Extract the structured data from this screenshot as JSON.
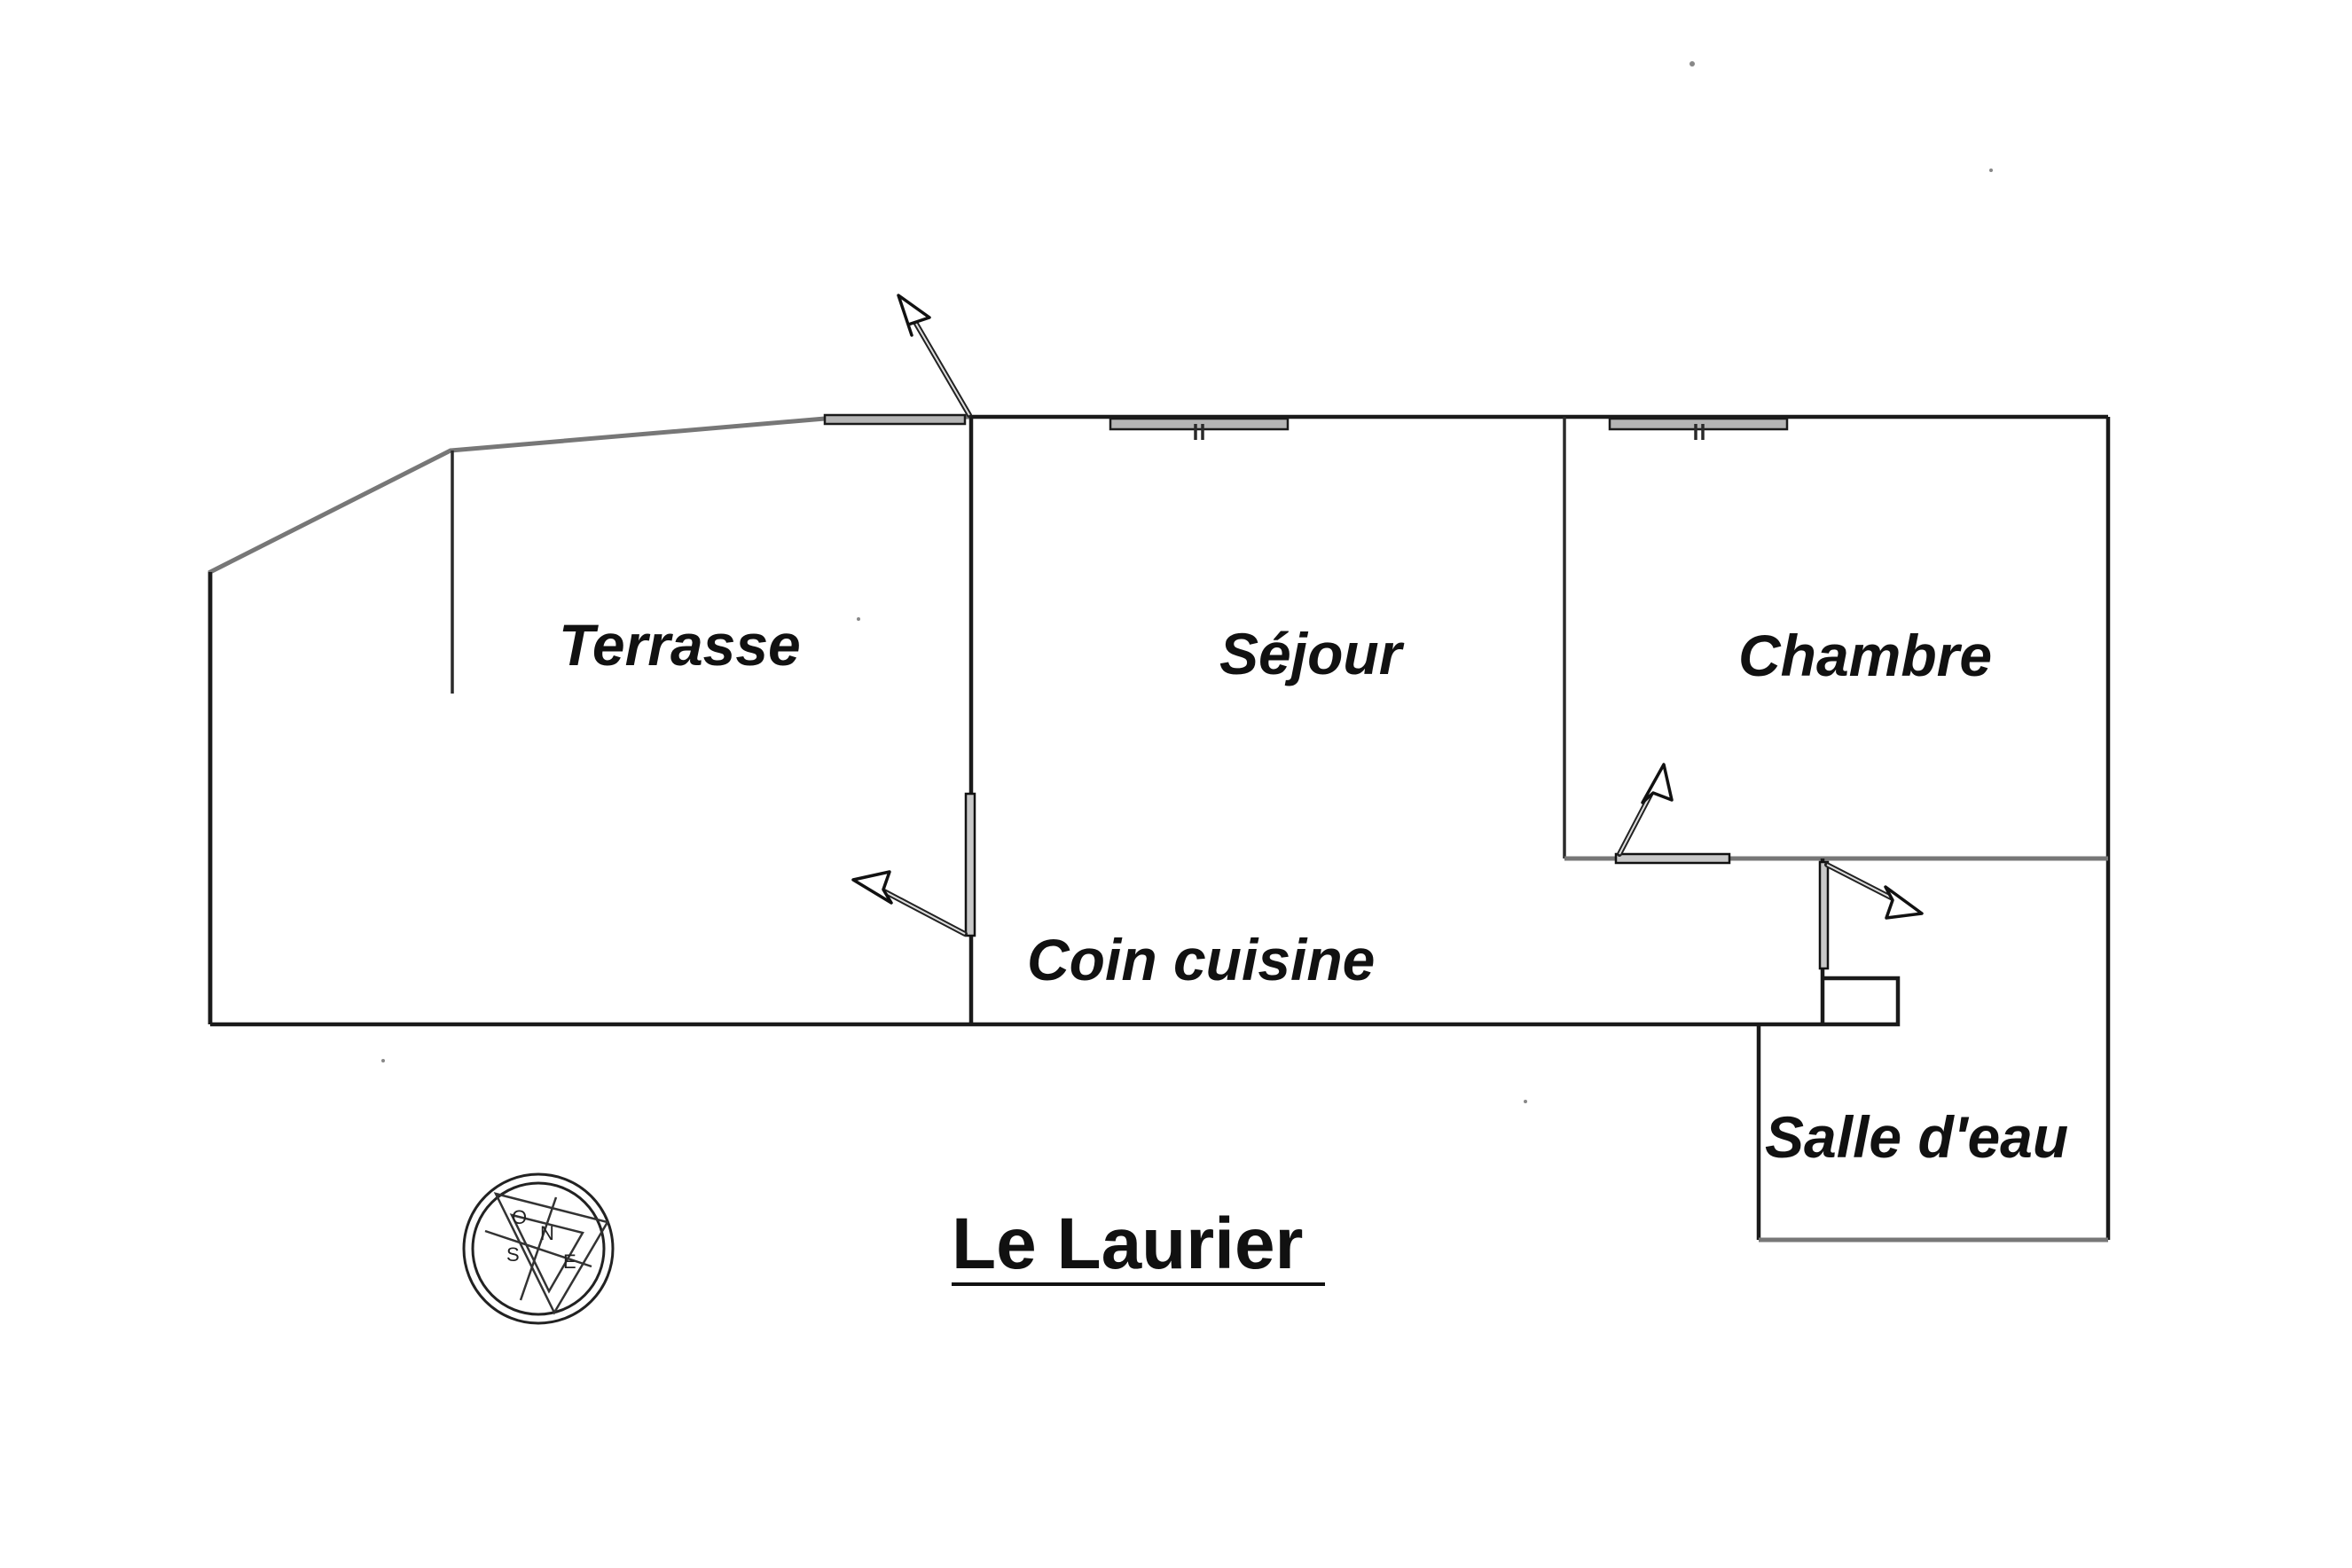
{
  "plan": {
    "title": "Le Laurier",
    "rooms": {
      "terrasse": "Terrasse",
      "sejour": "Séjour",
      "chambre": "Chambre",
      "coin_cuisine": "Coin cuisine",
      "salle_deau": "Salle d'eau"
    },
    "compass": {
      "icon": "compass-rose-icon",
      "letters": {
        "north": "N",
        "west": "O",
        "east": "E",
        "south": "S"
      }
    },
    "colors": {
      "walls": "#1a1a1a",
      "background": "#ffffff"
    }
  }
}
